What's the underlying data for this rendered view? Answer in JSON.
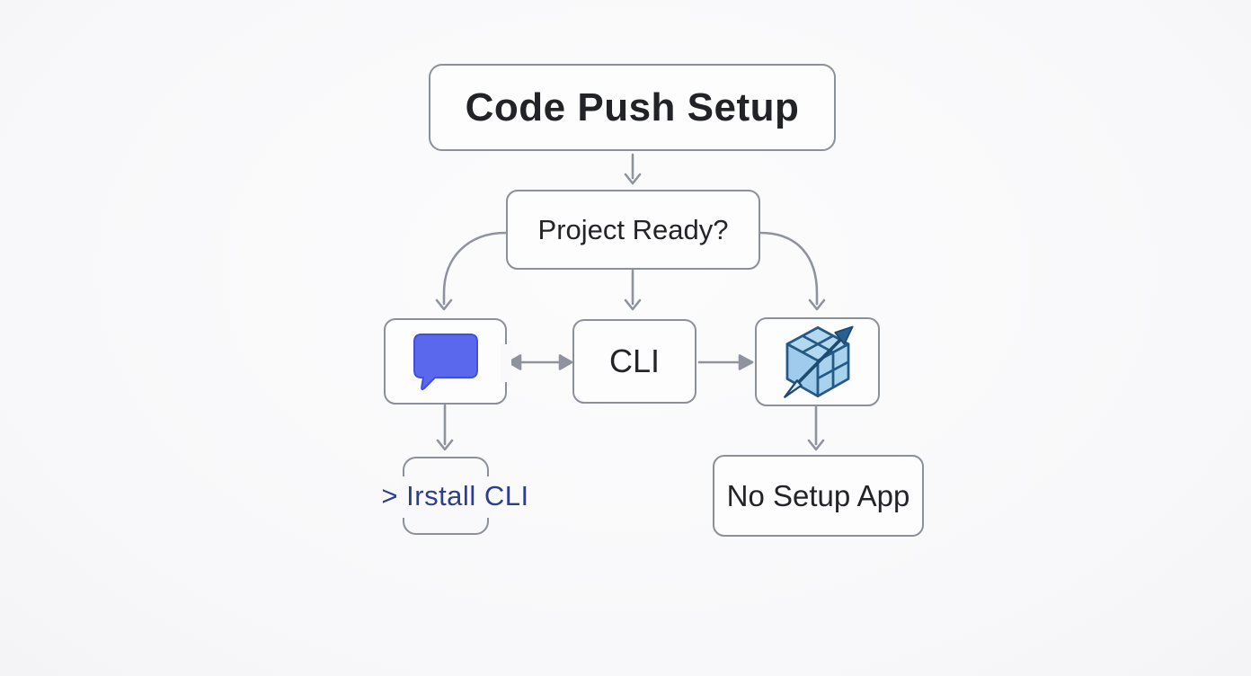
{
  "diagram": {
    "title": "Code Push Setup",
    "type": "flowchart",
    "nodes": {
      "title": {
        "label": "Code Push Setup"
      },
      "decision": {
        "label": "Project Ready?"
      },
      "chat": {
        "icon": "chat-bubble-icon"
      },
      "cli": {
        "label": "CLI"
      },
      "package": {
        "icon": "cube-arrow-icon"
      },
      "install": {
        "label": "> Irstall CLI"
      },
      "no_setup": {
        "label": "No Setup App"
      }
    },
    "edges": [
      {
        "from": "title",
        "to": "decision",
        "style": "arrow-down"
      },
      {
        "from": "decision",
        "to": "chat",
        "style": "curved-arrow-down"
      },
      {
        "from": "decision",
        "to": "cli",
        "style": "arrow-down"
      },
      {
        "from": "decision",
        "to": "package",
        "style": "curved-arrow-down"
      },
      {
        "from": "chat",
        "to": "cli",
        "style": "double-headed-arrow"
      },
      {
        "from": "cli",
        "to": "package",
        "style": "arrow-right"
      },
      {
        "from": "chat",
        "to": "install",
        "style": "arrow-down"
      },
      {
        "from": "package",
        "to": "no_setup",
        "style": "arrow-down"
      }
    ],
    "colors": {
      "background": "#fafafb",
      "node_border": "#8b9099",
      "node_fill": "#fdfdfe",
      "arrow": "#8e939d",
      "text": "#232428",
      "chat_bubble_fill": "#5a68ee",
      "chat_bubble_stroke": "#4150d8",
      "install_text": "#2c3e8e",
      "cube_fill": "#a8d2ee",
      "cube_stroke": "#265a85"
    }
  }
}
